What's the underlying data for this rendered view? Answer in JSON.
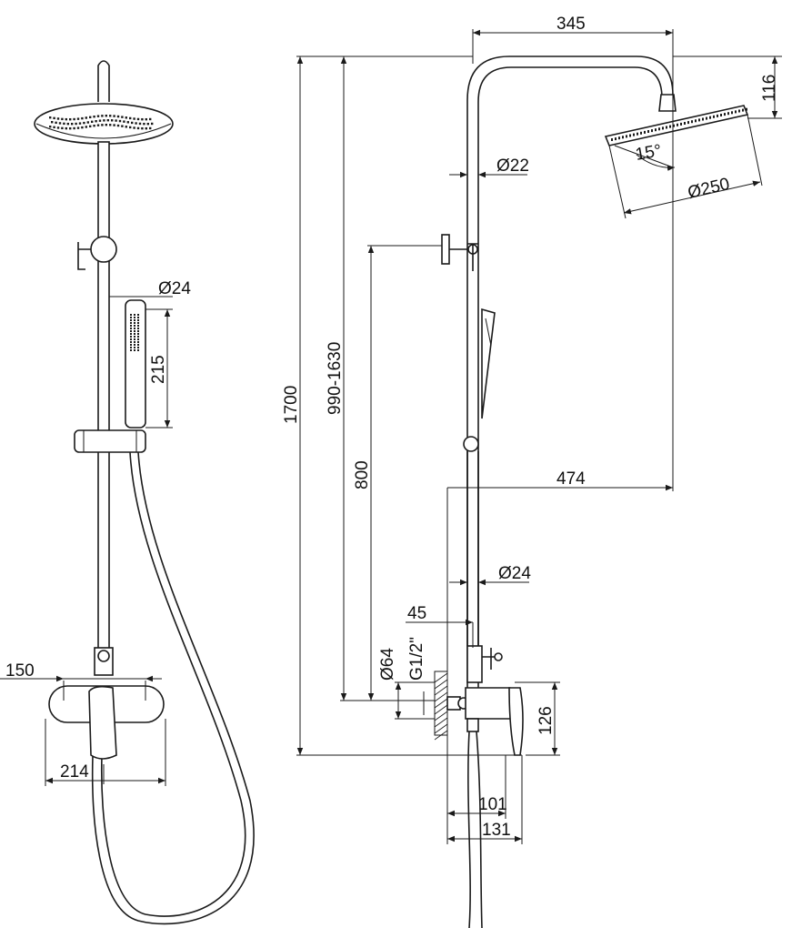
{
  "drawing": {
    "labels": {
      "width_345": "345",
      "height_116": "116",
      "pipe_d22": "Ø22",
      "angle_15": "15°",
      "head_d250": "Ø250",
      "reach_474": "474",
      "pipe_d24": "Ø24",
      "offset_45": "45",
      "flange_d64": "Ø64",
      "thread_g12": "G1/2\"",
      "body_126": "126",
      "depth_101": "101",
      "depth_131": "131",
      "height_1700": "1700",
      "range_990_1630": "990-1630",
      "height_800": "800",
      "hand_d24": "Ø24",
      "hand_215": "215",
      "centers_150": "150",
      "mixer_214": "214"
    }
  }
}
